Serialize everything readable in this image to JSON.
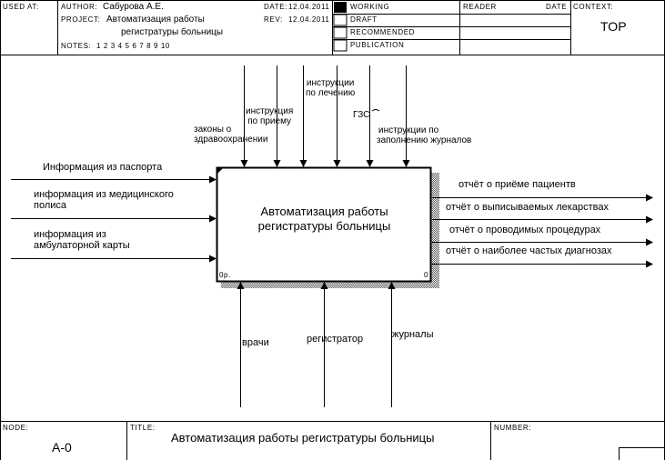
{
  "header": {
    "used_at_label": "USED AT:",
    "author_label": "AUTHOR:",
    "author": "Сабурова А.Е.",
    "project_label": "PROJECT:",
    "project_line1": "Автоматизация работы",
    "project_line2": "регистратуры больницы",
    "notes_label": "NOTES:",
    "notes_numbers": "1  2  3  4  5  6  7  8  9  10",
    "date_label": "DATE:",
    "date": "12.04.2011",
    "rev_label": "REV:",
    "rev": "12.04.2011",
    "status": [
      "WORKING",
      "DRAFT",
      "RECOMMENDED",
      "PUBLICATION"
    ],
    "reader_label": "READER",
    "reader_date_label": "DATE",
    "context_label": "CONTEXT:",
    "context_value": "TOP"
  },
  "diagram": {
    "activity_line1": "Автоматизация работы",
    "activity_line2": "регистратуры больницы",
    "box_cost": "0р.",
    "box_number": "0",
    "inputs": [
      {
        "line1": "Информация из паспорта",
        "line2": ""
      },
      {
        "line1": "информация из медицинского",
        "line2": "полиса"
      },
      {
        "line1": "информация из",
        "line2": "амбулаторной карты"
      }
    ],
    "controls": [
      {
        "line1": "законы о",
        "line2": "здравоохранении"
      },
      {
        "line1": "инструкция",
        "line2": "по приему"
      },
      {
        "line1": "инструкции",
        "line2": "по лечению"
      },
      {
        "line1": "ГЗС",
        "line2": ""
      },
      {
        "line1": "инструкции по",
        "line2": "заполнению журналов"
      }
    ],
    "outputs": [
      "отчёт о приёме пациентв",
      "отчёт о выписываемых лекарствах",
      "отчёт о проводимых процедурах",
      "отчёт о наиболее частых диагнозах"
    ],
    "mechanisms": [
      "врачи",
      "регистратор",
      "журналы"
    ]
  },
  "footer": {
    "node_label": "NODE:",
    "node_value": "A-0",
    "title_label": "TITLE:",
    "title_value": "Автоматизация работы регистратуры больницы",
    "number_label": "NUMBER:"
  }
}
